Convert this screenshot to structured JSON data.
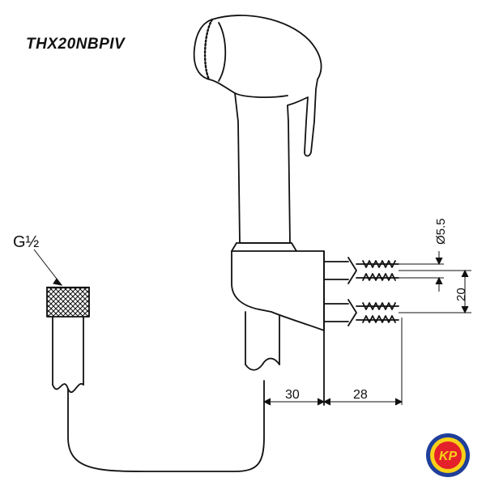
{
  "model_code": "THX20NBPIV",
  "thread_label": "G½",
  "dimensions": {
    "tube_diameter": "Ø5.5",
    "screw_spacing": "20",
    "bracket_offset": "30",
    "screw_length": "28"
  },
  "logo_text": "KP",
  "colors": {
    "line": "#111111",
    "logo_red": "#e4202a",
    "logo_yellow": "#f7d117",
    "logo_blue": "#1f3f9a"
  }
}
